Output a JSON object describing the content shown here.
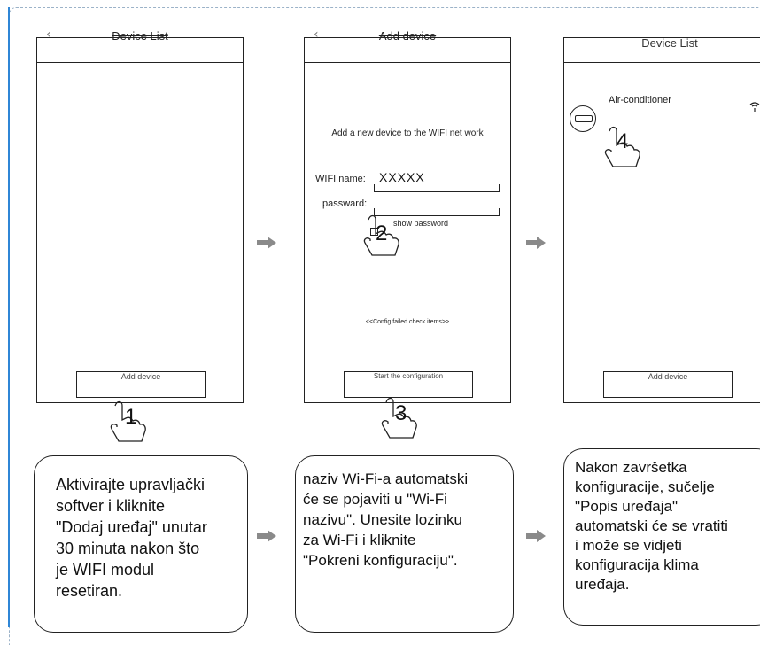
{
  "phones": {
    "list_title": "Device List",
    "add_title": "Add device",
    "add_button": "Add device",
    "add_intro": "Add a new device to the WIFI net work",
    "wifi_name_label": "WIFI name:",
    "wifi_name_value": "XXXXX",
    "password_label": "passward:",
    "show_password": "show password",
    "config_failed": "<<Config failed check items>>",
    "start_button": "Start the configuration",
    "device_name": "Air-conditioner"
  },
  "steps": [
    "1",
    "2",
    "3",
    "4"
  ],
  "captions": [
    [
      "Aktivirajte upravljački",
      "softver i kliknite",
      "\"Dodaj uređaj\" unutar",
      "30 minuta nakon što",
      "je WIFI modul",
      "resetiran."
    ],
    [
      "naziv Wi-Fi-a automatski",
      "će se pojaviti u \"Wi-Fi",
      "nazivu\". Unesite lozinku",
      "za Wi-Fi i kliknite",
      "\"Pokreni konfiguraciju\"."
    ],
    [
      "Nakon završetka",
      "konfiguracije, sučelje",
      "\"Popis uređaja\"",
      "automatski će se vratiti",
      "i može se vidjeti",
      "konfiguracija klima",
      "uređaja."
    ]
  ],
  "colors": {
    "arrow": "#8a8a8a",
    "frame_accent": "#2f86d6",
    "frame_dash": "#9bb2c8"
  },
  "icons": [
    "back-arrow-icon",
    "right-arrow-icon",
    "pointing-hand-icon",
    "air-conditioner-icon",
    "wifi-signal-icon"
  ]
}
